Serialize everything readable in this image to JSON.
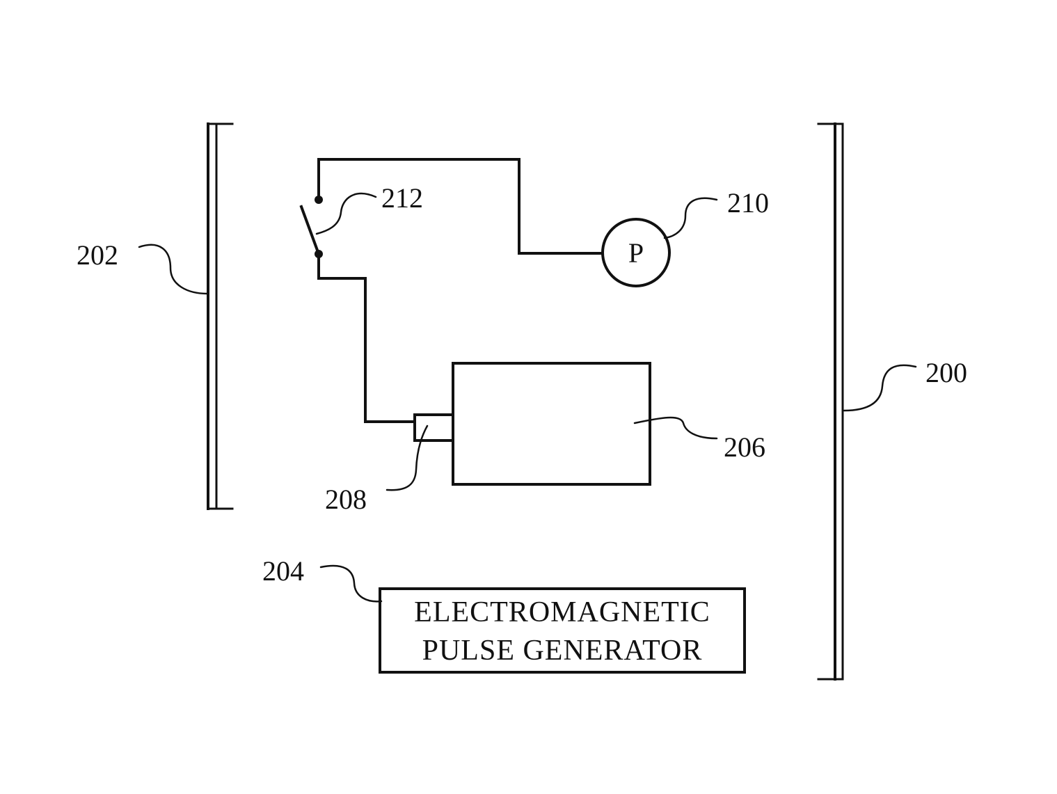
{
  "figure": {
    "labels": {
      "assembly": "200",
      "enclosure_wall": "202",
      "pulse_generator": "204",
      "device": "206",
      "connector": "208",
      "meter": "210",
      "switch": "212"
    },
    "meter_symbol": "P",
    "generator_text": {
      "line1": "ELECTROMAGNETIC",
      "line2": "PULSE GENERATOR"
    }
  }
}
